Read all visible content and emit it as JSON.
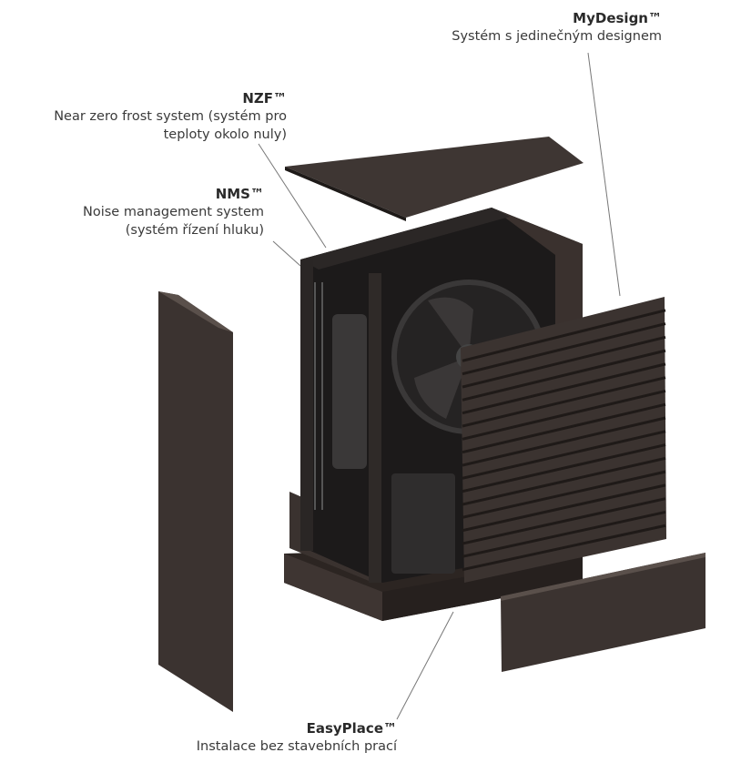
{
  "callouts": {
    "mydesign": {
      "title": "MyDesign™",
      "lines": [
        "Systém s jedinečným designem"
      ]
    },
    "nzf": {
      "title": "NZF™",
      "lines": [
        "Near zero frost system (systém pro",
        "teploty okolo nuly)"
      ]
    },
    "nms": {
      "title": "NMS™",
      "lines": [
        "Noise management system",
        "(systém řízení hluku)"
      ]
    },
    "easyplace": {
      "title": "EasyPlace™",
      "lines": [
        "Instalace bez stavebních prací"
      ]
    }
  },
  "colors": {
    "panel": "#3b3330",
    "panel_dark": "#241f1d",
    "leader": "#666666"
  }
}
